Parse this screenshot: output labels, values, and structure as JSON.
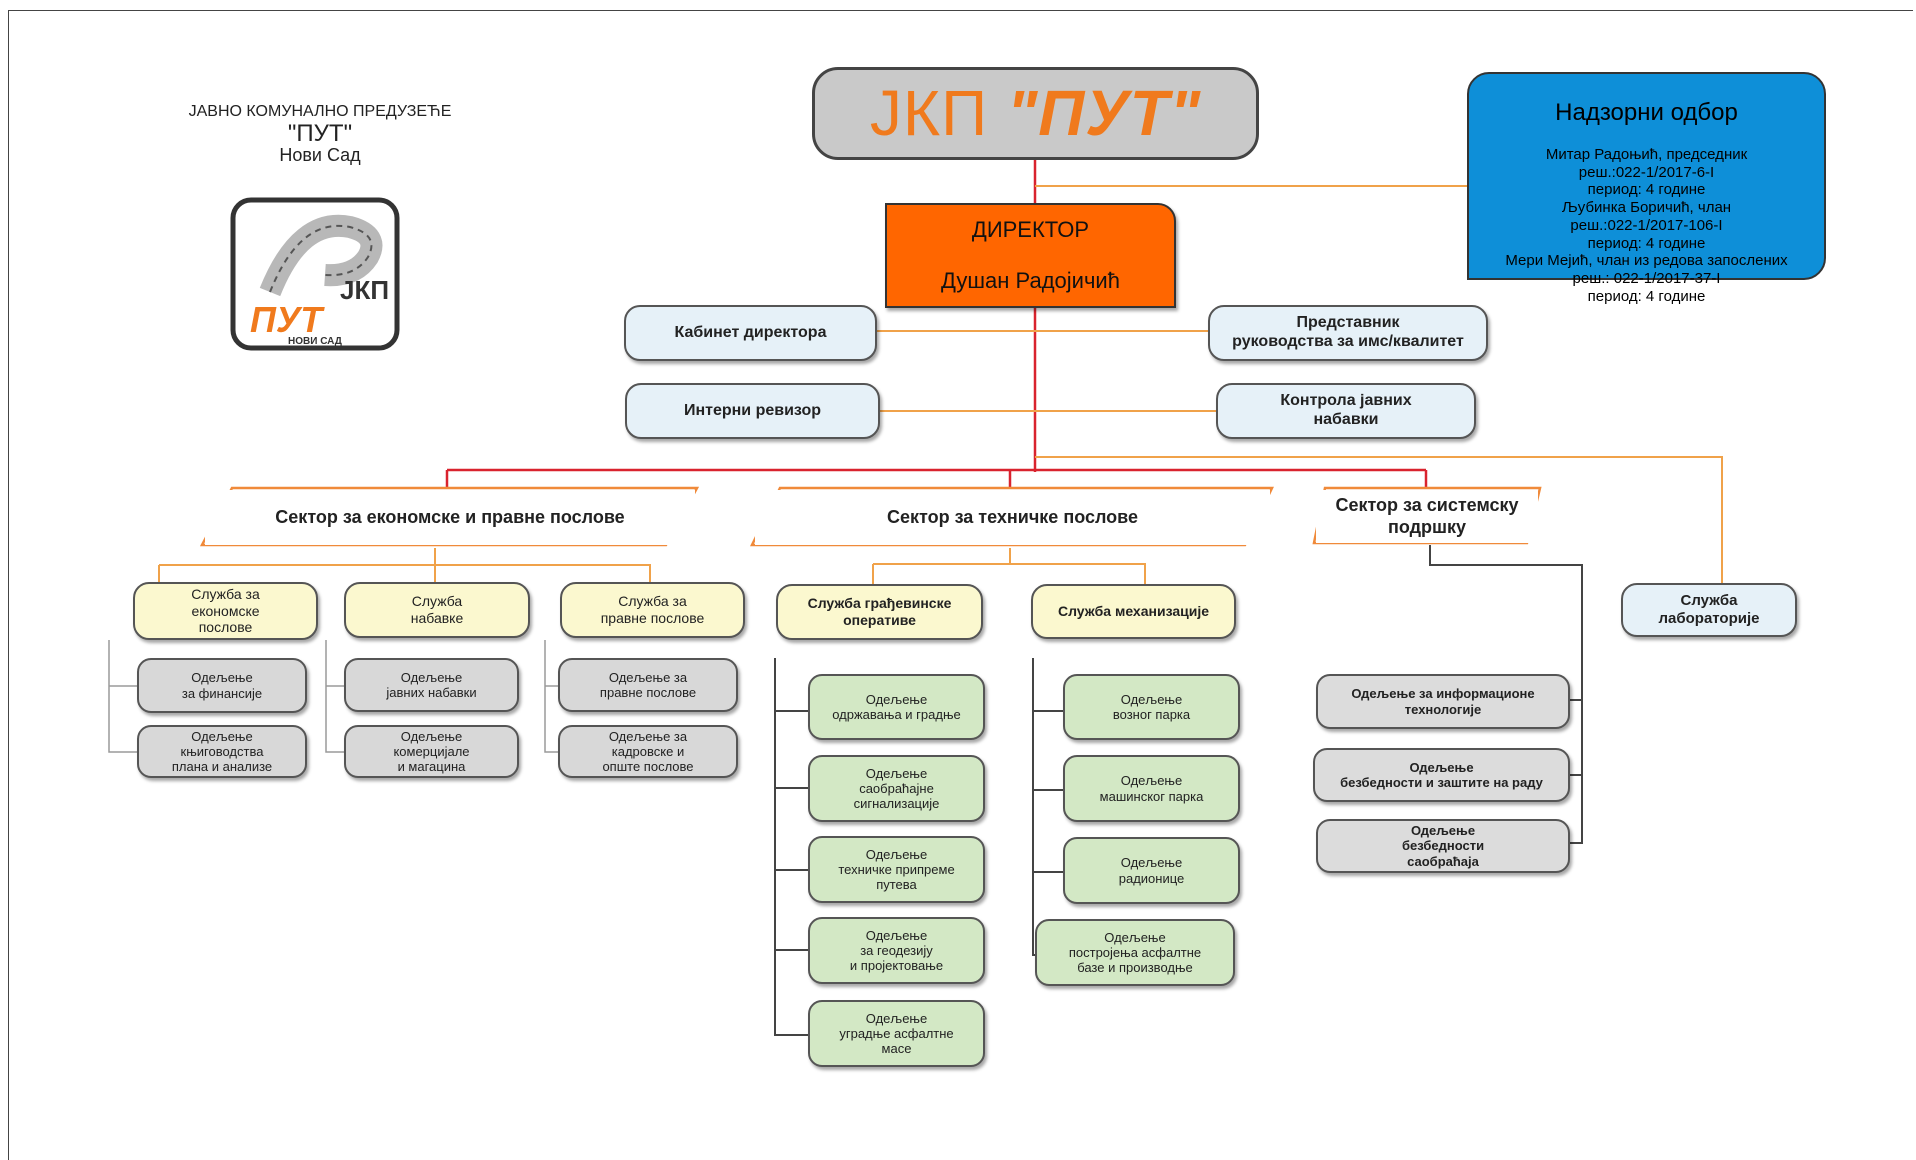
{
  "company": {
    "line1": "ЈАВНО КОМУНАЛНО ПРЕДУЗЕЋЕ",
    "line2": "\"ПУТ\"",
    "line3": "Нови Сад"
  },
  "logo": {
    "top": "ЈКП",
    "middle": "ПУТ",
    "bottom": "НОВИ САД"
  },
  "top": {
    "prefix": "ЈКП",
    "name": "\"ПУТ\""
  },
  "board": {
    "title": "Надзорни одбор",
    "members": "Митар Радоњић, председник\nреш.:022-1/2017-6-I\nпериод: 4 године\nЉубинка Боричић, члан\nреш.:022-1/2017-106-I\nпериод: 4 године\nМери Мејић, члан из редова запослених\nреш.: 022-1/2017-37-I\nпериод: 4 године"
  },
  "director": {
    "title": "ДИРЕКТОР",
    "name": "Душан Радојичић"
  },
  "staff": {
    "cabinet": "Кабинет директора",
    "auditor": "Интерни ревизор",
    "representative": "Представник\nруководства за имс/квалитет",
    "procurement_control": "Контрола јавних\nнабавки"
  },
  "sectors": {
    "economic": "Сектор за економске и правне послове",
    "technical": "Сектор за техничке послове",
    "system": "Сектор за системску\nподршку"
  },
  "services": {
    "economic": "Служба за\nекономске\nпослове",
    "procurement": "Служба\nнабавке",
    "legal": "Служба за\nправне послове",
    "construction": "Служба грађевинске\nоперативе",
    "mechanization": "Служба механизације",
    "laboratory": "Служба\nлабораторије"
  },
  "departments": {
    "finance": "Одељење\nза финансије",
    "accounting": "Одељење\nкњиговодства\nплана и анализе",
    "public_procurement": "Одељење\nјавних набавки",
    "commercial": "Одељење\nкомерцијале\nи магацина",
    "legal": "Одељење за\nправне послове",
    "hr": "Одељење за\nкадровске и\nопште послове",
    "maintenance": "Одељење\nодржавања и градње",
    "signalization": "Одељење\nсаобраћајне\nсигнализације",
    "preparation": "Одељење\nтехничке припреме\nпутева",
    "geodesy": "Одељење\nза геодезију\nи пројектовање",
    "asphalt_install": "Одељење\nуградње асфалтне\nмасе",
    "vehicle_fleet": "Одељење\nвозног парка",
    "machine_fleet": "Одељење\nмашинског парка",
    "workshops": "Одељење\nрадионице",
    "asphalt_plant": "Одељење\nпостројења асфалтне\nбазе и производње",
    "it": "Одељење за информационе\nтехнологије",
    "safety_work": "Одељење\nбезбедности и заштите на раду",
    "traffic_safety": "Одељење\nбезбедности\nсаобраћаја"
  },
  "colors": {
    "director": "#ff6600",
    "board": "#0e8fd8",
    "red_line": "#d9232e",
    "orange_line": "#f0a24a",
    "logo_orange": "#f07a1d"
  }
}
